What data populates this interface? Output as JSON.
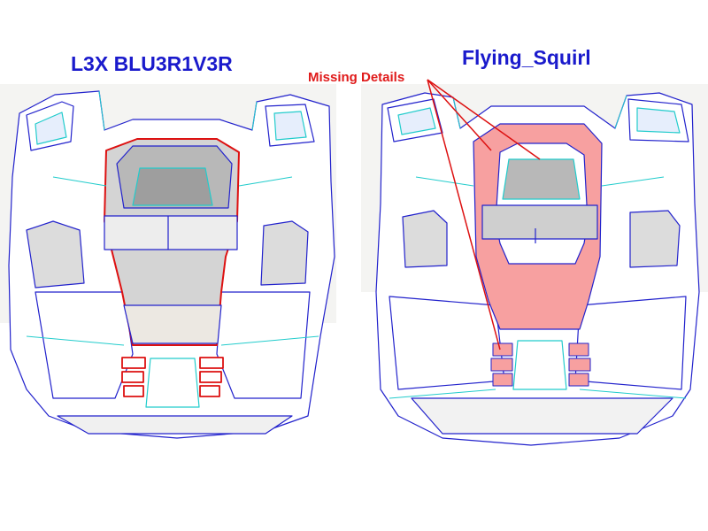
{
  "labels": {
    "left_model": "L3X BLU3R1V3R",
    "right_model": "Flying_Squirl",
    "callout": "Missing Details"
  },
  "colors": {
    "label_blue": "#1a1acc",
    "callout_red": "#e01a1a",
    "outline_blue": "#2222cc",
    "edge_cyan": "#22cccc",
    "highlight_pink": "#f7a0a0",
    "highlight_red": "#dd1111",
    "panel_gray": "#c8c8c8"
  }
}
